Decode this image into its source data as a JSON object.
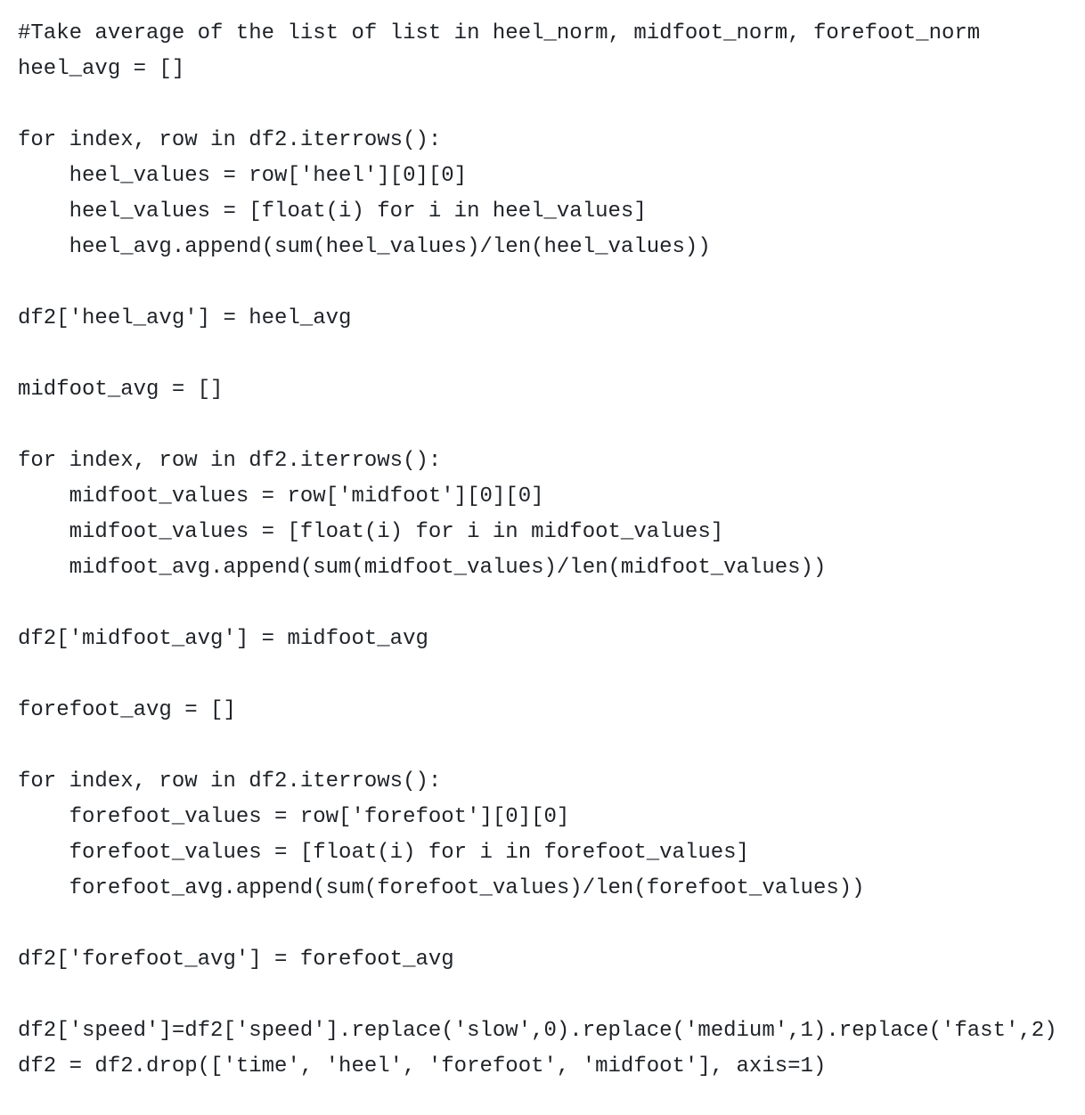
{
  "code_block": {
    "lines": [
      "#Take average of the list of list in heel_norm, midfoot_norm, forefoot_norm",
      "heel_avg = []",
      "",
      "for index, row in df2.iterrows():",
      "    heel_values = row['heel'][0][0]",
      "    heel_values = [float(i) for i in heel_values]",
      "    heel_avg.append(sum(heel_values)/len(heel_values))",
      "",
      "df2['heel_avg'] = heel_avg",
      "",
      "midfoot_avg = []",
      "",
      "for index, row in df2.iterrows():",
      "    midfoot_values = row['midfoot'][0][0]",
      "    midfoot_values = [float(i) for i in midfoot_values]",
      "    midfoot_avg.append(sum(midfoot_values)/len(midfoot_values))",
      "",
      "df2['midfoot_avg'] = midfoot_avg",
      "",
      "forefoot_avg = []",
      "",
      "for index, row in df2.iterrows():",
      "    forefoot_values = row['forefoot'][0][0]",
      "    forefoot_values = [float(i) for i in forefoot_values]",
      "    forefoot_avg.append(sum(forefoot_values)/len(forefoot_values))",
      "",
      "df2['forefoot_avg'] = forefoot_avg",
      "",
      "df2['speed']=df2['speed'].replace('slow',0).replace('medium',1).replace('fast',2)",
      "df2 = df2.drop(['time', 'heel', 'forefoot', 'midfoot'], axis=1)"
    ]
  }
}
